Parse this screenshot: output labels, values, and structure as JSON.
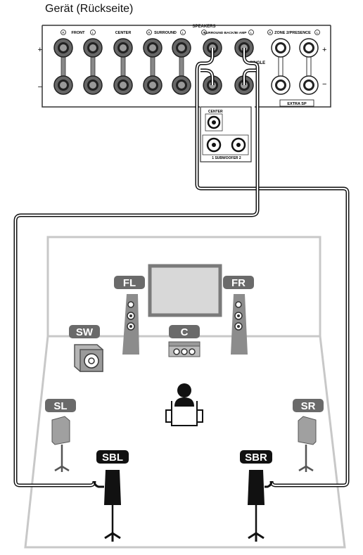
{
  "title": "Gerät (Rückseite)",
  "panel": {
    "header": "SPEAKERS",
    "groups": [
      {
        "label": "FRONT",
        "r": "R",
        "l": "L"
      },
      {
        "label": "CENTER"
      },
      {
        "label": "SURROUND",
        "r": "R",
        "l": "L"
      },
      {
        "label": "SURROUND BACK/BI AMP",
        "r": "R",
        "l": "L"
      },
      {
        "label": "ZONE 2/PRESENCE",
        "r": "R",
        "l": "L"
      }
    ],
    "single_label": "SINGLE",
    "extra_sp_label": "EXTRA SP",
    "plus": "+",
    "minus": "−",
    "sub_panel": {
      "center": "CENTER",
      "subwoofer": "1  SUBWOOFER  2"
    }
  },
  "speakers": {
    "FL": "FL",
    "FR": "FR",
    "SW": "SW",
    "C": "C",
    "SL": "SL",
    "SR": "SR",
    "SBL": "SBL",
    "SBR": "SBR"
  },
  "colors": {
    "badge": "#6a6a6a",
    "badge_active": "#111111",
    "speaker_body": "#8c8c8c",
    "room_outline": "#c8c8c8",
    "cable": "#111111"
  }
}
